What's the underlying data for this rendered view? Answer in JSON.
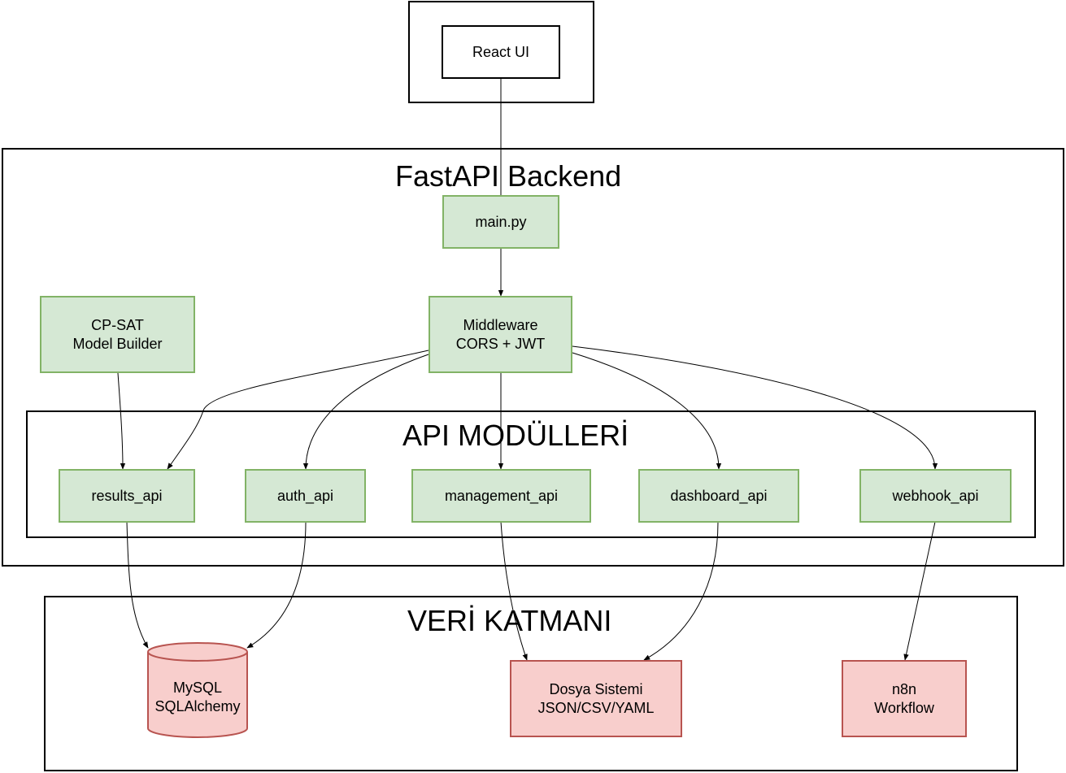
{
  "groups": {
    "fastapi_backend": "FastAPI Backend",
    "api_modules": "API MODÜLLERİ",
    "data_layer": "VERİ KATMANI"
  },
  "nodes": {
    "react_ui": "React UI",
    "main_py": "main.py",
    "middleware": "Middleware\nCORS + JWT",
    "cpsat": "CP-SAT\nModel Builder",
    "results_api": "results_api",
    "auth_api": "auth_api",
    "management_api": "management_api",
    "dashboard_api": "dashboard_api",
    "webhook_api": "webhook_api",
    "mysql": "MySQL\nSQLAlchemy",
    "dosya": "Dosya Sistemi\nJSON/CSV/YAML",
    "n8n": "n8n\nWorkflow"
  },
  "colors": {
    "module_fill": "#d5e8d4",
    "module_stroke": "#82b366",
    "store_fill": "#f8cecc",
    "store_stroke": "#b85450"
  }
}
